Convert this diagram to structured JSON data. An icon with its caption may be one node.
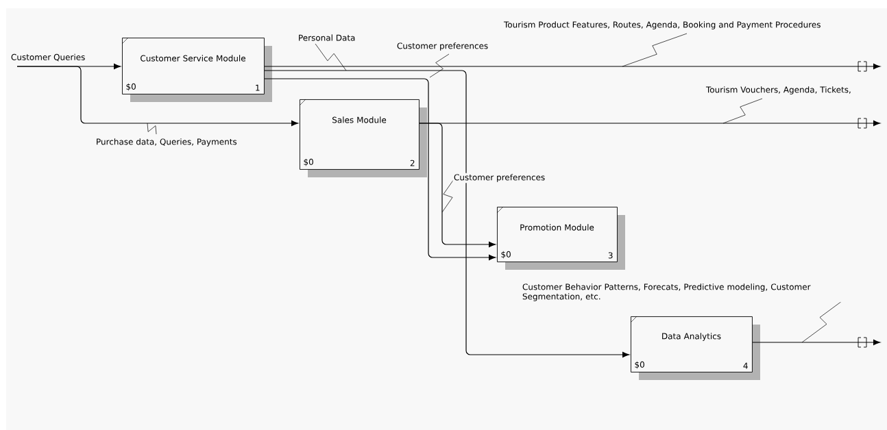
{
  "diagram": {
    "nodes": [
      {
        "text": [
          "Customer Service Module",
          "$0",
          "1"
        ]
      },
      {
        "text": [
          "Sales Module",
          "$0",
          "2"
        ]
      },
      {
        "text": [
          "Promotion Module",
          "$0",
          "3"
        ]
      },
      {
        "text": [
          "Data Analytics",
          "$0",
          "4"
        ]
      }
    ],
    "edges": [
      {
        "from": null,
        "to": 0,
        "arrow": "to",
        "label": "Customer Queries"
      },
      {
        "from": null,
        "to": 1,
        "arrow": "to",
        "label": "Purchase data, Queries, Payments"
      },
      {
        "from": 0,
        "to": null,
        "arrow": "to",
        "label": "Tourism Product Features, Routes, Agenda, Booking and Payment Procedures"
      },
      {
        "from": 0,
        "to": 3,
        "arrow": "to",
        "label": "Personal Data"
      },
      {
        "from": 0,
        "to": 2,
        "arrow": "to",
        "label": "Customer preferences"
      },
      {
        "from": 1,
        "to": null,
        "arrow": "to",
        "label": "Tourism Vouchers, Agenda, Tickets,"
      },
      {
        "from": 1,
        "to": 2,
        "arrow": "to",
        "label": "Customer preferences"
      },
      {
        "from": 3,
        "to": null,
        "arrow": "to",
        "label": "Customer Behavior Patterns, Forecats, Predictive modeling, Customer Segmentation, etc."
      }
    ]
  }
}
